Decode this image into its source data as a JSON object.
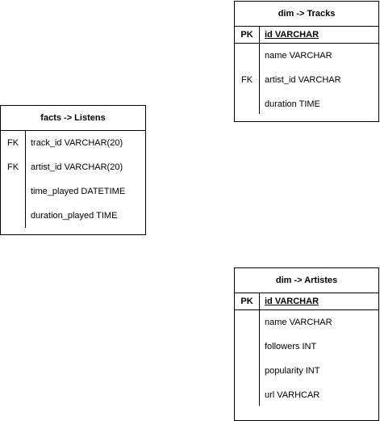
{
  "tables": {
    "tracks": {
      "title": "dim -> Tracks",
      "pk": {
        "key": "PK",
        "column": "id VARCHAR"
      },
      "rows": [
        {
          "key": "",
          "column": "name VARCHAR"
        },
        {
          "key": "FK",
          "column": "artist_id VARCHAR"
        },
        {
          "key": "",
          "column": "duration TIME"
        }
      ]
    },
    "listens": {
      "title": "facts -> Listens",
      "rows": [
        {
          "key": "FK",
          "column": "track_id VARCHAR(20)"
        },
        {
          "key": "FK",
          "column": "artist_id VARCHAR(20)"
        },
        {
          "key": "",
          "column": "time_played DATETIME"
        },
        {
          "key": "",
          "column": "duration_played TIME"
        }
      ]
    },
    "artistes": {
      "title": "dim -> Artistes",
      "pk": {
        "key": "PK",
        "column": "id VARCHAR"
      },
      "rows": [
        {
          "key": "",
          "column": "name VARCHAR"
        },
        {
          "key": "",
          "column": "followers INT"
        },
        {
          "key": "",
          "column": "popularity INT"
        },
        {
          "key": "",
          "column": "url VARHCAR"
        }
      ]
    }
  }
}
